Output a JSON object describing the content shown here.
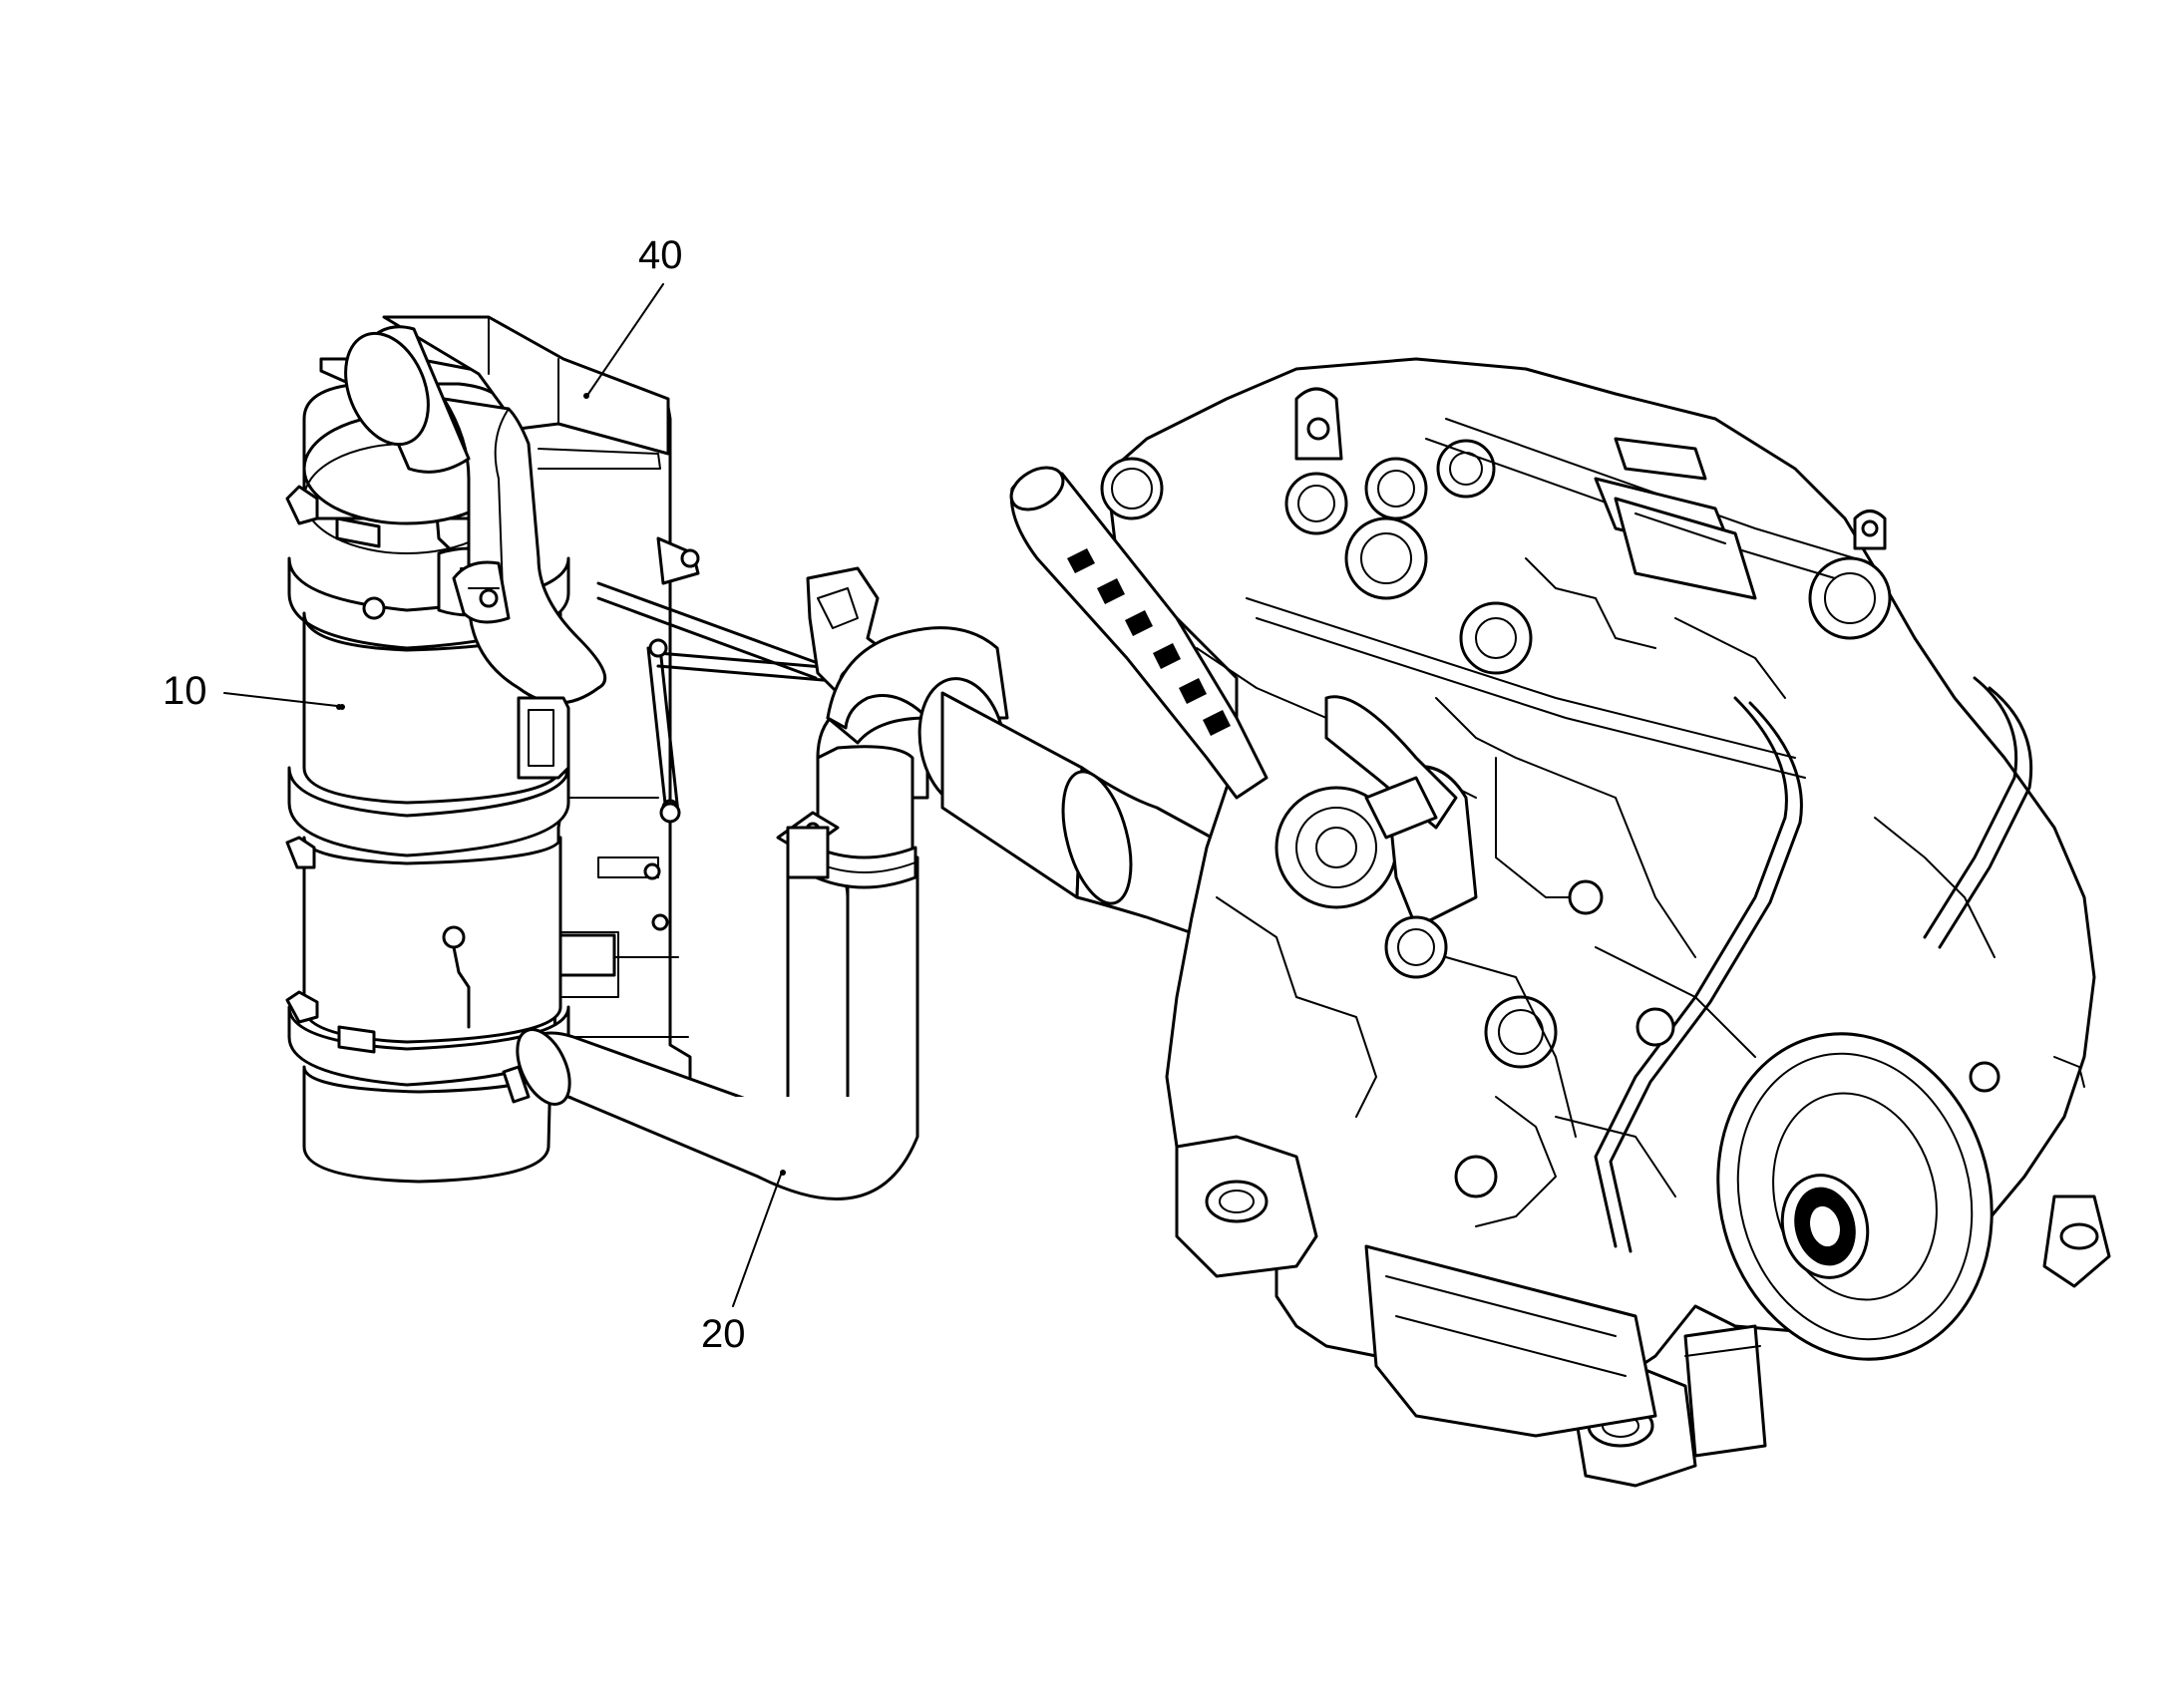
{
  "labels": {
    "ref_10": "10",
    "ref_20": "20",
    "ref_40": "40"
  },
  "colors": {
    "line": "#000000",
    "background": "#ffffff"
  }
}
